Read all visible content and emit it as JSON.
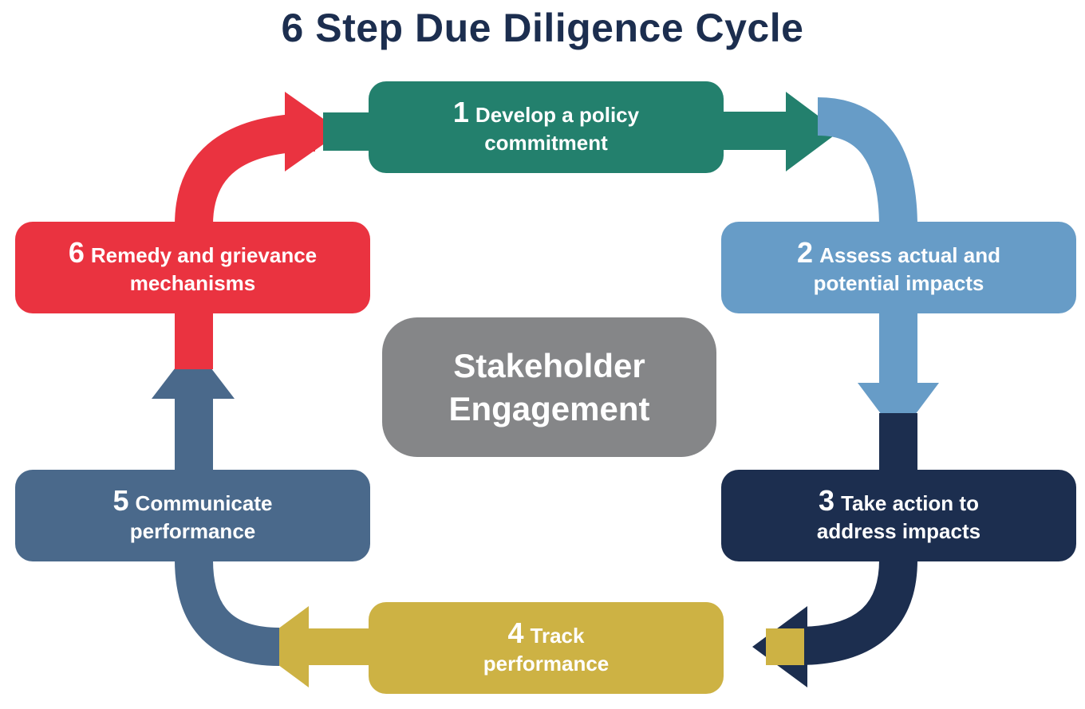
{
  "title": "6 Step Due Diligence Cycle",
  "center": {
    "line1": "Stakeholder",
    "line2": "Engagement",
    "color": "#858688"
  },
  "steps": [
    {
      "number": "1",
      "line1": "Develop a policy",
      "line2": "commitment",
      "color": "#23806d"
    },
    {
      "number": "2",
      "line1": "Assess actual and",
      "line2": "potential impacts",
      "color": "#679cc7"
    },
    {
      "number": "3",
      "line1": "Take action to",
      "line2": "address impacts",
      "color": "#1c2e4f"
    },
    {
      "number": "4",
      "line1": "Track",
      "line2": "performance",
      "color": "#cdb244"
    },
    {
      "number": "5",
      "line1": "Communicate",
      "line2": "performance",
      "color": "#4a698b"
    },
    {
      "number": "6",
      "line1": "Remedy and grievance",
      "line2": "mechanisms",
      "color": "#ea3340"
    }
  ]
}
